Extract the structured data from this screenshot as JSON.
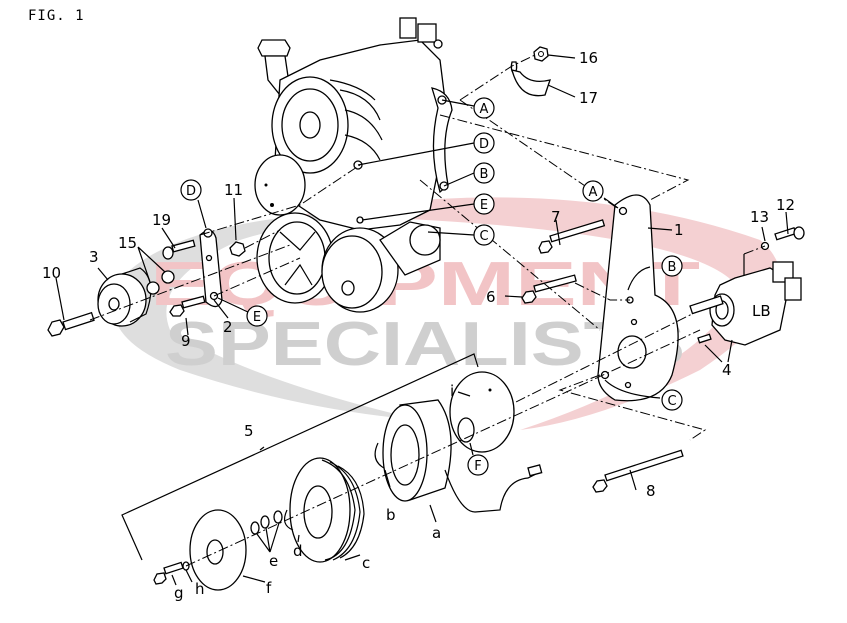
{
  "figure": {
    "title": "FIG. 1"
  },
  "watermark": {
    "line1": "EQUIPMENT",
    "line2": "SPECIALISTS",
    "line1_color": "#f2c4c6",
    "line2_color": "#cfcfcf",
    "swoosh_red": "#f4d0d2",
    "swoosh_gray": "#dddddd"
  },
  "callouts": {
    "numbers": [
      {
        "id": "1",
        "text": "1"
      },
      {
        "id": "2",
        "text": "2"
      },
      {
        "id": "3",
        "text": "3"
      },
      {
        "id": "4",
        "text": "4"
      },
      {
        "id": "5",
        "text": "5"
      },
      {
        "id": "6",
        "text": "6"
      },
      {
        "id": "7",
        "text": "7"
      },
      {
        "id": "8",
        "text": "8"
      },
      {
        "id": "9",
        "text": "9"
      },
      {
        "id": "10",
        "text": "10"
      },
      {
        "id": "11",
        "text": "11"
      },
      {
        "id": "12",
        "text": "12"
      },
      {
        "id": "13",
        "text": "13"
      },
      {
        "id": "15",
        "text": "15"
      },
      {
        "id": "16",
        "text": "16"
      },
      {
        "id": "17",
        "text": "17"
      },
      {
        "id": "19",
        "text": "19"
      }
    ],
    "letters": {
      "a": "a",
      "b": "b",
      "c": "c",
      "d": "d",
      "e": "e",
      "f": "f",
      "g": "g",
      "h": "h",
      "i": "i"
    },
    "circled": {
      "A": "A",
      "B": "B",
      "C": "C",
      "D": "D",
      "E": "E",
      "F": "F"
    },
    "pump_marking": "LB"
  }
}
